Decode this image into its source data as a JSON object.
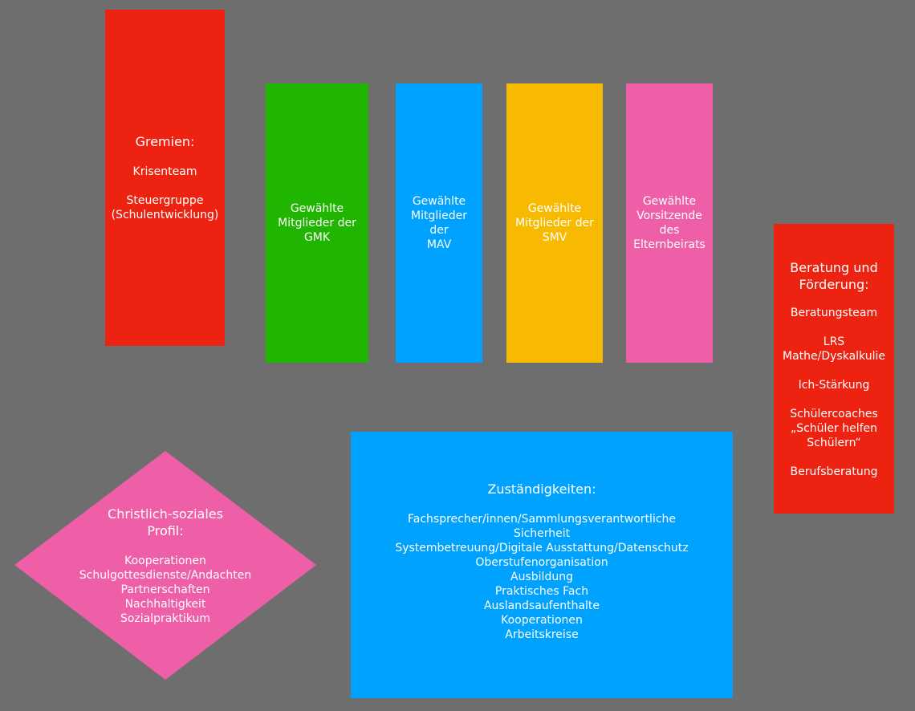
{
  "colors": {
    "background": "#6e6e6e",
    "red": "#ee2210",
    "green": "#1fb500",
    "blue": "#00a2ff",
    "yellow": "#f8ba00",
    "pink": "#ef5fa7",
    "text": "#ffffff"
  },
  "gremien": {
    "title": "Gremien:",
    "items": [
      "Krisenteam",
      "Steuergruppe",
      "(Schulentwicklung)"
    ]
  },
  "gmk": {
    "lines": [
      "Gewählte",
      "Mitglieder der",
      "GMK"
    ]
  },
  "mav": {
    "lines": [
      "Gewählte",
      "Mitglieder der",
      "MAV"
    ]
  },
  "smv": {
    "lines": [
      "Gewählte",
      "Mitglieder der",
      "SMV"
    ]
  },
  "eltern": {
    "lines": [
      "Gewählte",
      "Vorsitzende",
      "des",
      "Elternbeirats"
    ]
  },
  "beratung": {
    "title_lines": [
      "Beratung und",
      "Förderung:"
    ],
    "items": [
      "Beratungsteam",
      "LRS",
      "Mathe/Dyskalkulie",
      "Ich-Stärkung",
      "Schülercoaches",
      "„Schüler helfen",
      "Schülern“",
      "Berufsberatung"
    ]
  },
  "profil": {
    "title_lines": [
      "Christlich-soziales",
      "Profil:"
    ],
    "items": [
      "Kooperationen",
      "Schulgottesdienste/Andachten",
      "Partnerschaften",
      "Nachhaltigkeit",
      "Sozialpraktikum"
    ]
  },
  "zustaendigkeiten": {
    "title": "Zuständigkeiten:",
    "items": [
      "Fachsprecher/innen/Sammlungsverantwortliche",
      "Sicherheit",
      "Systembetreuung/Digitale Ausstattung/Datenschutz",
      "Oberstufenorganisation",
      "Ausbildung",
      "Praktisches Fach",
      "Auslandsaufenthalte",
      "Kooperationen",
      "Arbeitskreise"
    ]
  }
}
